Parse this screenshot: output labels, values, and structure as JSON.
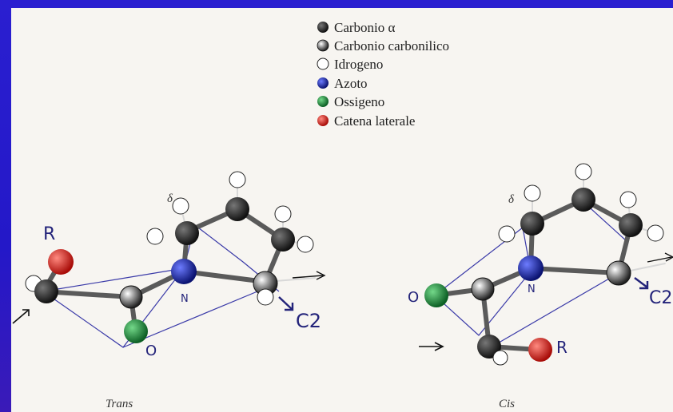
{
  "legend": {
    "items": [
      {
        "label": "Carbonio α",
        "color": "#1a1a1a"
      },
      {
        "label": "Carbonio carbonilico",
        "color": "#3c3c3c"
      },
      {
        "label": "Idrogeno",
        "color": "#ffffff"
      },
      {
        "label": "Azoto",
        "color": "#1c2fb5"
      },
      {
        "label": "Ossigeno",
        "color": "#1d8a3a"
      },
      {
        "label": "Catena laterale",
        "color": "#d11a14"
      }
    ]
  },
  "trans": {
    "caption": "Trans",
    "label_R": "R",
    "label_O": "O",
    "label_N": "N",
    "label_delta": "δ",
    "label_C2": "C2"
  },
  "cis": {
    "caption": "Cis",
    "label_R": "R",
    "label_O": "O",
    "label_N": "N",
    "label_delta": "δ",
    "label_C2": "C2"
  }
}
